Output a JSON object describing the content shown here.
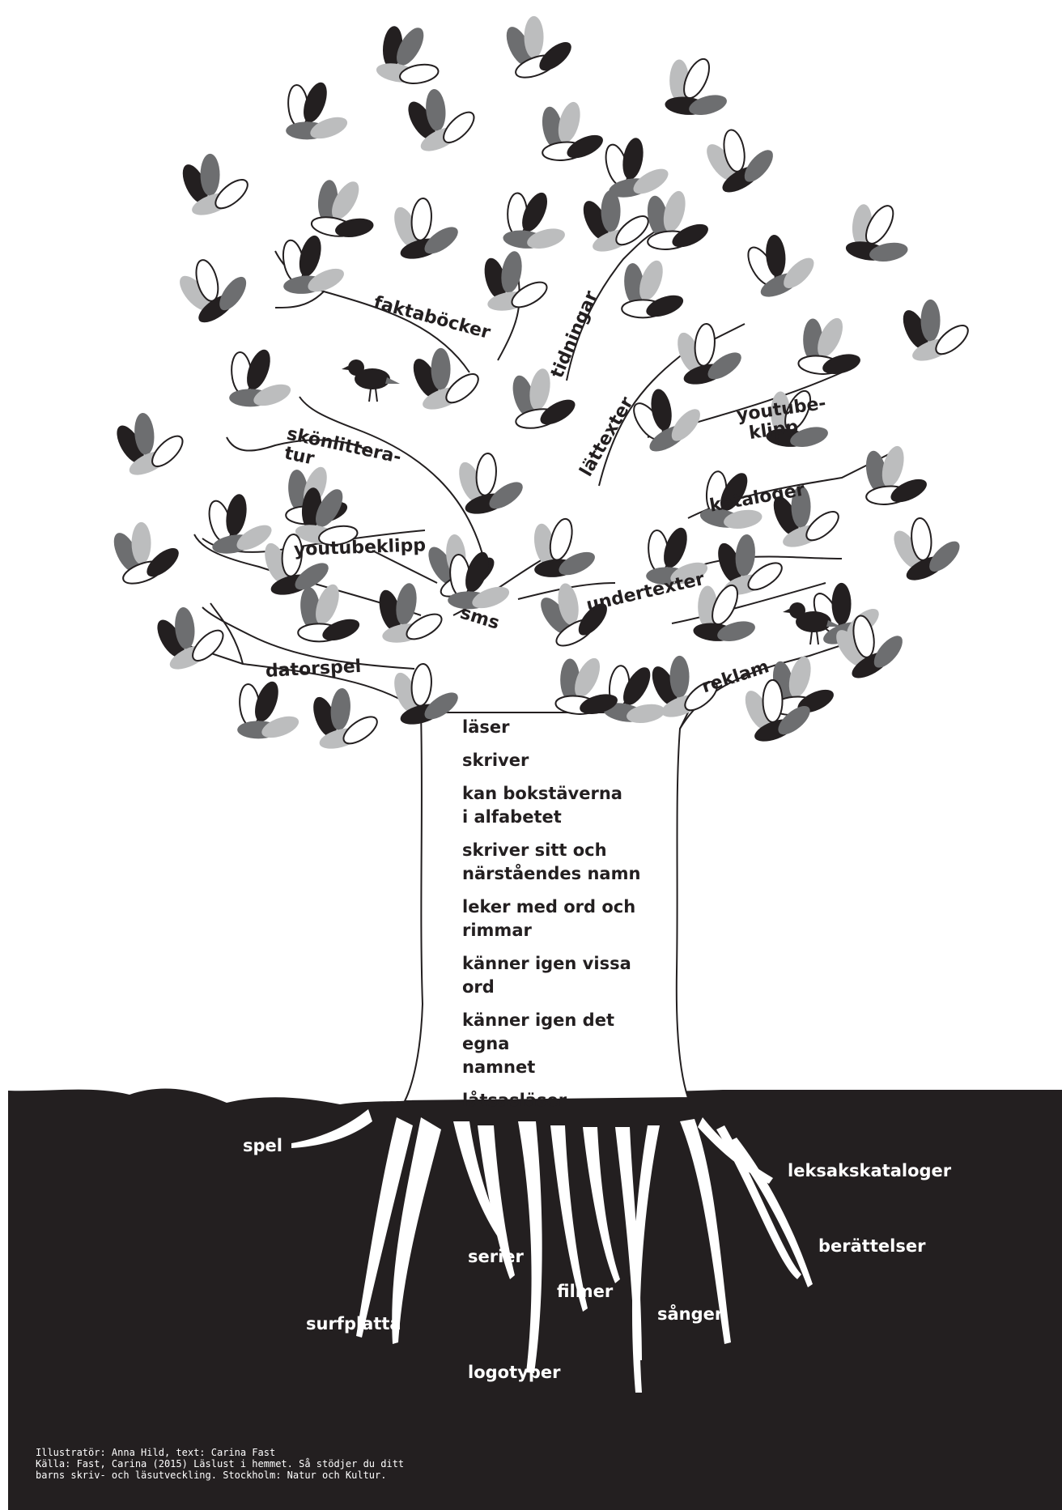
{
  "colors": {
    "ground": "#231f20",
    "leaf_black": "#231f20",
    "leaf_dark_grey": "#6d6e70",
    "leaf_light_grey": "#bcbdbe",
    "background": "#ffffff"
  },
  "icons": [
    "bird-icon"
  ],
  "branches": [
    {
      "label": "faktaböcker"
    },
    {
      "label": "tidningar"
    },
    {
      "label": "skönlittera-\ntur"
    },
    {
      "label": "lättexter"
    },
    {
      "label": "youtube-\nklipp"
    },
    {
      "label": "kataloger"
    },
    {
      "label": "youtubeklipp"
    },
    {
      "label": "sms"
    },
    {
      "label": "undertexter"
    },
    {
      "label": "datorspel"
    },
    {
      "label": "reklam"
    }
  ],
  "trunk": {
    "items": [
      "läser",
      "skriver",
      "kan bokstäverna\ni alfabetet",
      "skriver sitt och\nnärståendes namn",
      "leker med ord och\nrimmar",
      "känner igen vissa ord",
      "känner igen det egna\nnamnet",
      "låtsasläser"
    ]
  },
  "roots": [
    {
      "label": "spel"
    },
    {
      "label": "surfplatta"
    },
    {
      "label": "serier"
    },
    {
      "label": "logotyper"
    },
    {
      "label": "filmer"
    },
    {
      "label": "sånger"
    },
    {
      "label": "leksakskataloger"
    },
    {
      "label": "berättelser"
    }
  ],
  "credits": [
    "Illustratör: Anna Hild, text: Carina Fast",
    "Källa: Fast, Carina (2015) Läslust i hemmet. Så stödjer du ditt",
    "barns skriv- och läsutveckling. Stockholm: Natur och Kultur."
  ]
}
